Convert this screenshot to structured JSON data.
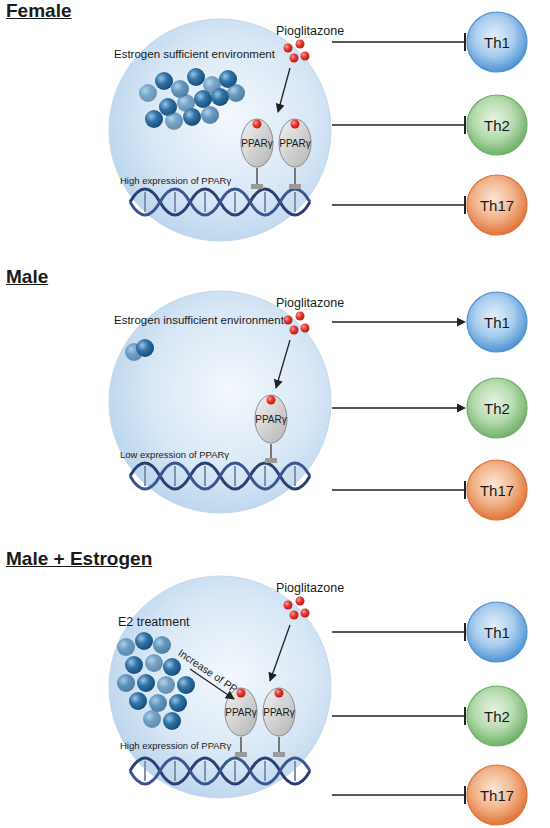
{
  "diagram": {
    "nodes": [
      {
        "text": [
          "Estrogen sufficient environment",
          "Pioglitazone",
          "High expression of PPARγ"
        ]
      },
      {
        "text": [
          "PPARγ"
        ],
        "in": 0
      },
      {
        "text": [
          "PPARγ"
        ],
        "in": 0
      },
      {
        "text": [
          "Th1"
        ]
      },
      {
        "text": [
          "Th2"
        ]
      },
      {
        "text": [
          "Th17"
        ]
      },
      {
        "text": [
          "Estrogen insufficient environment",
          "Pioglitazone",
          "Low expression of PPARγ"
        ]
      },
      {
        "text": [
          "PPARγ"
        ],
        "in": 6
      },
      {
        "text": [
          "Th1"
        ]
      },
      {
        "text": [
          "Th2"
        ]
      },
      {
        "text": [
          "Th17"
        ]
      },
      {
        "text": [
          "E2 treatment",
          "Pioglitazone",
          "Increase of PPARγ",
          "High expression of PPARγ"
        ]
      },
      {
        "text": [
          "PPARγ"
        ],
        "in": 11
      },
      {
        "text": [
          "PPARγ"
        ],
        "in": 11
      },
      {
        "text": [
          "Th1"
        ]
      },
      {
        "text": [
          "Th2"
        ]
      },
      {
        "text": [
          "Th17"
        ]
      }
    ],
    "edges": [
      {
        "from": 0,
        "to": 3,
        "arrow": "to"
      },
      {
        "from": 0,
        "to": 4,
        "arrow": "to"
      },
      {
        "from": 0,
        "to": 5,
        "arrow": "to"
      },
      {
        "from": 6,
        "to": 8,
        "arrow": "to"
      },
      {
        "from": 6,
        "to": 9,
        "arrow": "to"
      },
      {
        "from": 6,
        "to": 10,
        "arrow": "to"
      },
      {
        "from": 11,
        "to": 14,
        "arrow": "to"
      },
      {
        "from": 11,
        "to": 15,
        "arrow": "to"
      },
      {
        "from": 11,
        "to": 16,
        "arrow": "to"
      }
    ],
    "labels": [
      "Female",
      "Male",
      "Male + Estrogen"
    ]
  }
}
